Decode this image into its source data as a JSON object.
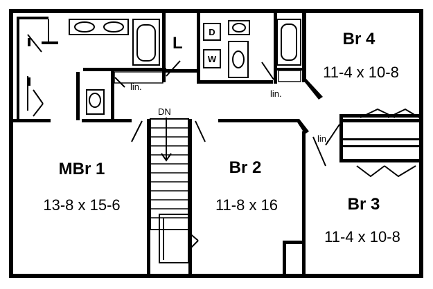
{
  "rooms": {
    "mbr1": {
      "name": "MBr 1",
      "dims": "13-8 x 15-6"
    },
    "br2": {
      "name": "Br 2",
      "dims": "11-8 x 16"
    },
    "br3": {
      "name": "Br 3",
      "dims": "11-4 x 10-8"
    },
    "br4": {
      "name": "Br 4",
      "dims": "11-4 x 10-8"
    }
  },
  "labels": {
    "linen_label": "lin.",
    "stair_direction": "DN",
    "laundry_marker": "L",
    "dryer": "D",
    "washer": "W"
  }
}
